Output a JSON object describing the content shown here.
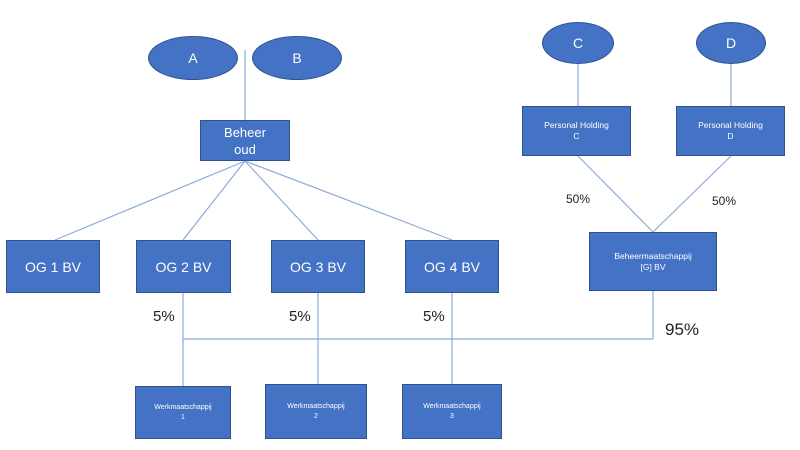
{
  "persons": [
    "A",
    "B",
    "C",
    "D"
  ],
  "holdings": {
    "beheer_oud": [
      "Beheer",
      "oud"
    ],
    "personal_c": [
      "Personal Holding",
      "C"
    ],
    "personal_d": [
      "Personal Holding",
      "D"
    ],
    "beheermaatschappij": [
      "Beheermaatschappij",
      "[G] BV"
    ]
  },
  "og_entities": [
    "OG 1 BV",
    "OG 2 BV",
    "OG 3 BV",
    "OG 4 BV"
  ],
  "werkmaatschappijen": [
    [
      "Werkmaatschappij",
      "1"
    ],
    [
      "Werkmaatschappij",
      "2"
    ],
    [
      "Werkmaatschappij",
      "3"
    ]
  ],
  "percentages": {
    "c_share": "50%",
    "d_share": "50%",
    "og2_share": "5%",
    "og3_share": "5%",
    "og4_share": "5%",
    "g_share": "95%"
  },
  "colors": {
    "box_fill": "#4472c4",
    "box_border": "#2f528f",
    "line": "#8eaadb"
  }
}
